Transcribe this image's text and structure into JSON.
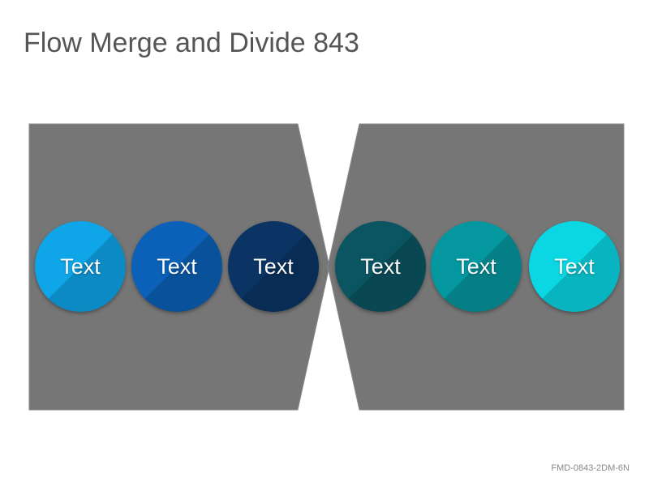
{
  "title": "Flow Merge and Divide 843",
  "footer_code": "FMD-0843-2DM-6N",
  "panel_color": "#767676",
  "circles": [
    {
      "label": "Text",
      "color": "#0ea5e9"
    },
    {
      "label": "Text",
      "color": "#0b61b8"
    },
    {
      "label": "Text",
      "color": "#0b3465"
    },
    {
      "label": "Text",
      "color": "#0b5563"
    },
    {
      "label": "Text",
      "color": "#0597a0"
    },
    {
      "label": "Text",
      "color": "#0ad7e3"
    }
  ]
}
